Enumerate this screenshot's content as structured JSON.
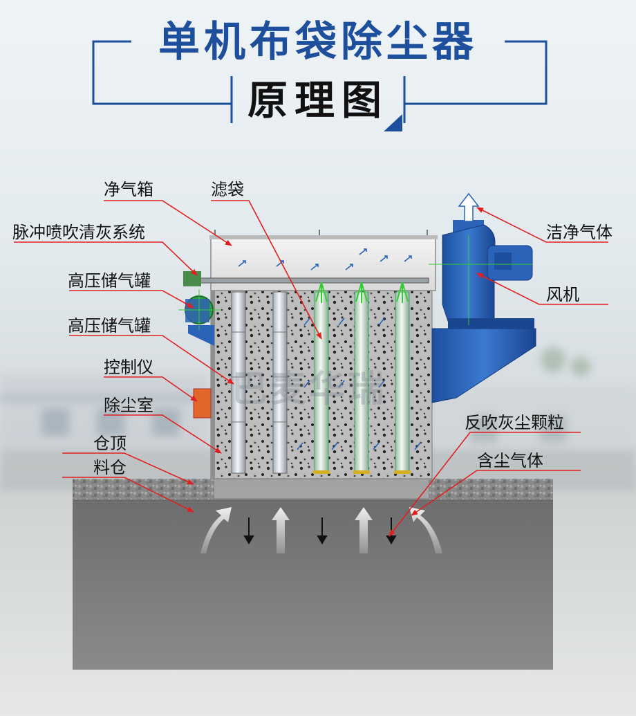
{
  "title": {
    "main": "单机布袋除尘器",
    "sub": "原理图"
  },
  "watermark": "巴麦华瑞",
  "labels": {
    "clean_air_box": "净气箱",
    "filter_bag": "滤袋",
    "pulse_system": "脉冲喷吹清灰系统",
    "tank_1": "高压储气罐",
    "tank_2": "高压储气罐",
    "controller": "控制仪",
    "dust_chamber": "除尘室",
    "silo_top": "仓顶",
    "silo": "料仓",
    "clean_gas": "洁净气体",
    "fan": "风机",
    "dust_particles": "反吹灰尘颗粒",
    "dusty_gas": "含尘气体"
  },
  "colors": {
    "title_blue": "#1e4f9c",
    "bracket_blue": "#1e4f9c",
    "leader_red": "#e02020",
    "fan_blue": "#2a63b8",
    "pulse_green": "#33cc33"
  },
  "icons": [
    "up-arrow-icon",
    "down-arrow-icon",
    "curved-arrow-icon"
  ]
}
